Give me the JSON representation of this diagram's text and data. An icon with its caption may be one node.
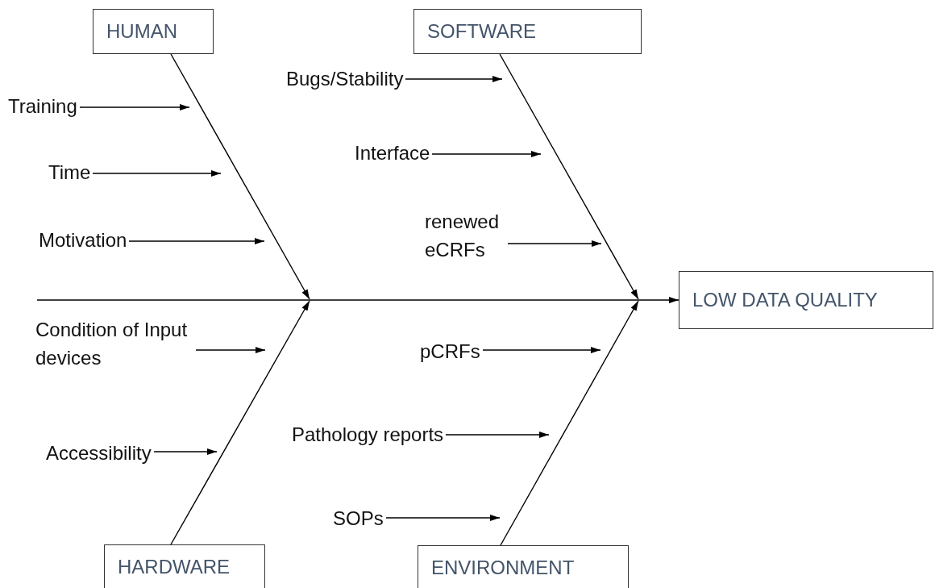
{
  "diagram": {
    "nodes": [
      {
        "text": [
          "HUMAN"
        ]
      },
      {
        "text": [
          "SOFTWARE"
        ]
      },
      {
        "text": [
          "Training"
        ]
      },
      {
        "text": [
          "Time"
        ]
      },
      {
        "text": [
          "Motivation"
        ]
      },
      {
        "text": [
          "Bugs/Stability"
        ]
      },
      {
        "text": [
          "Interface"
        ]
      },
      {
        "text": [
          "renewed eCRFs"
        ]
      },
      {
        "text": [
          "LOW DATA QUALITY"
        ]
      },
      {
        "text": [
          "Condition of Input devices"
        ]
      },
      {
        "text": [
          "Accessibility"
        ]
      },
      {
        "text": [
          "pCRFs"
        ]
      },
      {
        "text": [
          "Pathology reports"
        ]
      },
      {
        "text": [
          "SOPs"
        ]
      },
      {
        "text": [
          "HARDWARE"
        ]
      },
      {
        "text": [
          "ENVIRONMENT"
        ]
      }
    ],
    "edges": [
      {
        "from": 2,
        "to": null,
        "arrow": "to"
      },
      {
        "from": 3,
        "to": null,
        "arrow": "to"
      },
      {
        "from": 4,
        "to": null,
        "arrow": "to"
      },
      {
        "from": 5,
        "to": null,
        "arrow": "to"
      },
      {
        "from": 6,
        "to": null,
        "arrow": "to"
      },
      {
        "from": 7,
        "to": null,
        "arrow": "to"
      },
      {
        "from": 9,
        "to": null,
        "arrow": "to"
      },
      {
        "from": 10,
        "to": null,
        "arrow": "to"
      },
      {
        "from": 11,
        "to": null,
        "arrow": "to"
      },
      {
        "from": 12,
        "to": null,
        "arrow": "to"
      },
      {
        "from": 13,
        "to": null,
        "arrow": "to"
      },
      {
        "from": 0,
        "to": null,
        "arrow": "to"
      },
      {
        "from": 1,
        "to": null,
        "arrow": "to"
      },
      {
        "from": 14,
        "to": null,
        "arrow": "to"
      },
      {
        "from": 15,
        "to": null,
        "arrow": "to"
      },
      {
        "from": null,
        "to": 8,
        "arrow": "to"
      }
    ]
  }
}
